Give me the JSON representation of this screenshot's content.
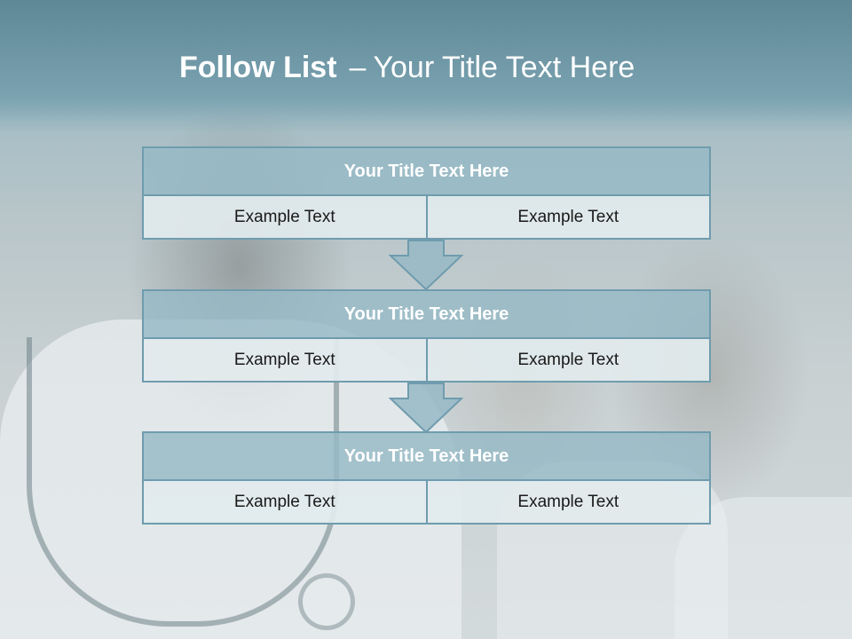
{
  "slide": {
    "title_bold": "Follow List",
    "title_dash": "–",
    "title_rest": "Your Title Text Here"
  },
  "blocks": [
    {
      "title": "Your Title Text Here",
      "cells": [
        "Example Text",
        "Example Text"
      ]
    },
    {
      "title": "Your Title Text Here",
      "cells": [
        "Example Text",
        "Example Text"
      ]
    },
    {
      "title": "Your Title Text Here",
      "cells": [
        "Example Text",
        "Example Text"
      ]
    }
  ],
  "colors": {
    "header_fill": "#96b9c6",
    "border": "#6f9cae",
    "cell_fill": "#e2eaed",
    "title_text": "#ffffff",
    "body_text": "#1a1a1a"
  },
  "background": {
    "icon": "photo-of-medical-team"
  }
}
